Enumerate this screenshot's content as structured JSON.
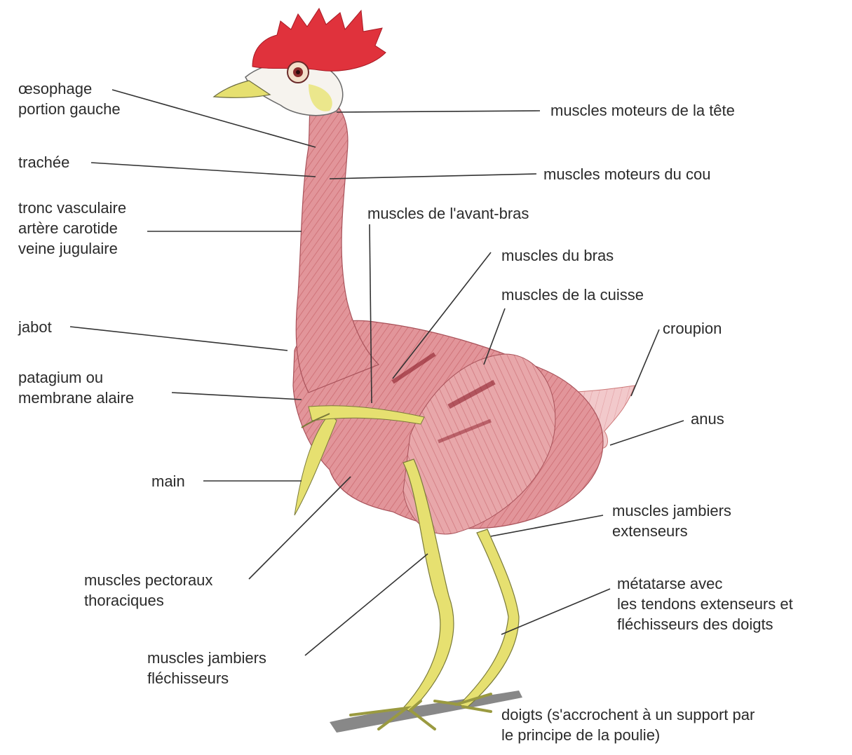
{
  "labels": {
    "oesophage": [
      "œsophage",
      "portion gauche"
    ],
    "trachee": [
      "trachée"
    ],
    "tronc_vasculaire": [
      "tronc vasculaire",
      "artère carotide",
      "veine jugulaire"
    ],
    "jabot": [
      "jabot"
    ],
    "patagium": [
      "patagium ou",
      "membrane alaire"
    ],
    "main": [
      "main"
    ],
    "muscles_pectoraux": [
      "muscles pectoraux",
      "thoraciques"
    ],
    "muscles_jambiers_flechisseurs": [
      "muscles jambiers",
      "fléchisseurs"
    ],
    "muscles_tete": [
      "muscles moteurs de la tête"
    ],
    "muscles_cou": [
      "muscles moteurs du cou"
    ],
    "muscles_avant_bras": [
      "muscles de l'avant-bras"
    ],
    "muscles_bras": [
      "muscles du bras"
    ],
    "muscles_cuisse": [
      "muscles de la cuisse"
    ],
    "croupion": [
      "croupion"
    ],
    "anus": [
      "anus"
    ],
    "muscles_jambiers_extenseurs": [
      "muscles jambiers",
      "extenseurs"
    ],
    "metatarse": [
      "métatarse avec",
      "les tendons extenseurs et",
      "fléchisseurs des doigts"
    ],
    "doigts": [
      "doigts (s'accrochent à un support par",
      "le principe de la poulie)"
    ]
  },
  "colors": {
    "muscle": "#d9777c",
    "muscle_dark": "#a3353d",
    "comb": "#e0323c",
    "beak_tendon": "#e6e070",
    "line": "#333333"
  }
}
